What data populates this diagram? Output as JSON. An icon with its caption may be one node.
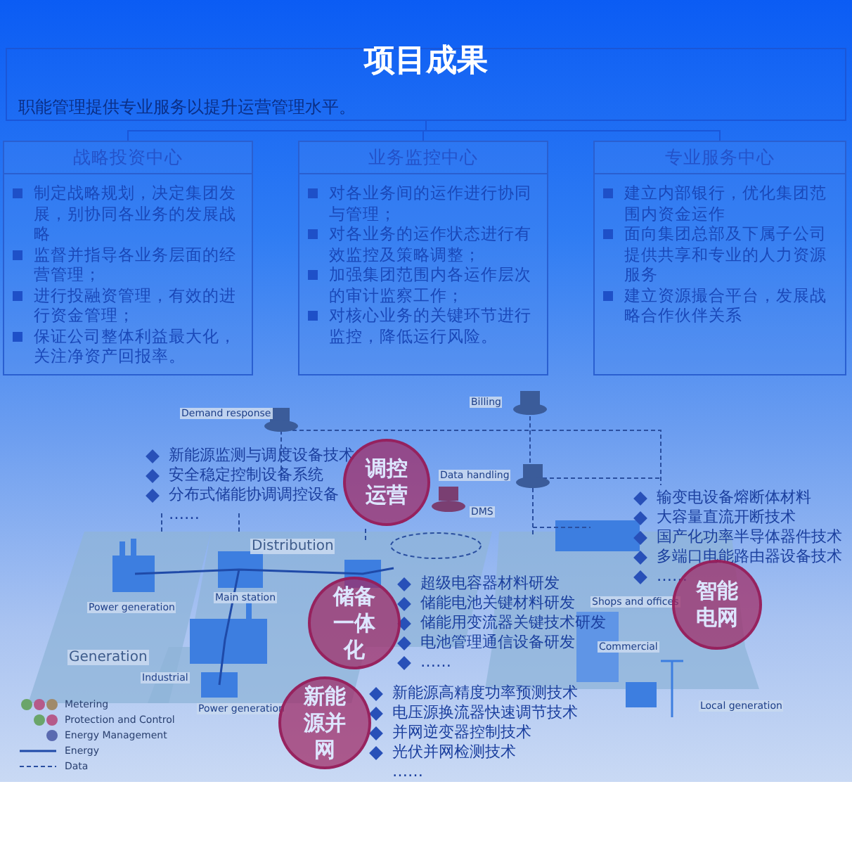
{
  "diagram": {
    "title": "项目成果",
    "nodes": [
      {
        "text": [
          "职能管理提供专业服务以提升运营管理水平。"
        ]
      },
      {
        "text": [
          "战略投资中心",
          "制定战略规划，决定集团发展，别协同各业务的发展战略",
          "监督并指导各业务层面的经营管理；",
          "进行投融资管理，有效的进行资金管理；",
          "保证公司整体利益最大化，关注净资产回报率。"
        ]
      },
      {
        "text": [
          "业务监控中心",
          "对各业务间的运作进行协同与管理；",
          "对各业务的运作状态进行有效监控及策略调整；",
          "加强集团范围内各运作层次的审计监察工作；",
          "对核心业务的关键环节进行监控，降低运行风险。"
        ]
      },
      {
        "text": [
          "专业服务中心",
          "建立内部银行，优化集团范围内资金运作",
          "面向集团总部及下属子公司提供共享和专业的人力资源服务",
          "建立资源撮合平台，发展战略合作伙伴关系"
        ]
      },
      {
        "text": [
          "调控运营"
        ],
        "beside": [
          "新能源监测与调度设备技术",
          "安全稳定控制设备系统",
          "分布式储能协调调控设备",
          "……"
        ]
      },
      {
        "text": [
          "储备一体化"
        ],
        "beside": [
          "超级电容器材料研发",
          "储能电池关键材料研发",
          "储能用变流器关键技术研发",
          "电池管理通信设备研发",
          "……"
        ]
      },
      {
        "text": [
          "智能电网"
        ],
        "beside": [
          "输变电设备熔断体材料",
          "大容量直流开断技术",
          "国产化功率半导体器件技术",
          "多端口电能路由器设备技术",
          "……"
        ]
      },
      {
        "text": [
          "新能源并网"
        ],
        "beside": [
          "新能源高精度功率预测技术",
          "电压源换流器快速调节技术",
          "并网逆变器控制技术",
          "光伏并网检测技术",
          "……"
        ]
      }
    ],
    "edges": [
      {
        "from": 0,
        "to": 1,
        "arrow": "none"
      },
      {
        "from": 0,
        "to": 2,
        "arrow": "none"
      },
      {
        "from": 0,
        "to": 3,
        "arrow": "none"
      }
    ],
    "labels": [
      "Demand response",
      "Billing",
      "Data handling",
      "DMS",
      "Distribution",
      "Power generation",
      "Main station",
      "Generation",
      "Industrial",
      "Power generation",
      "Shops and offices",
      "Commercial",
      "Local generation"
    ],
    "legend": [
      {
        "text": "Metering"
      },
      {
        "text": "Protection and Control"
      },
      {
        "text": "Energy Management"
      },
      {
        "text": "Energy"
      },
      {
        "text": "Data"
      }
    ]
  }
}
